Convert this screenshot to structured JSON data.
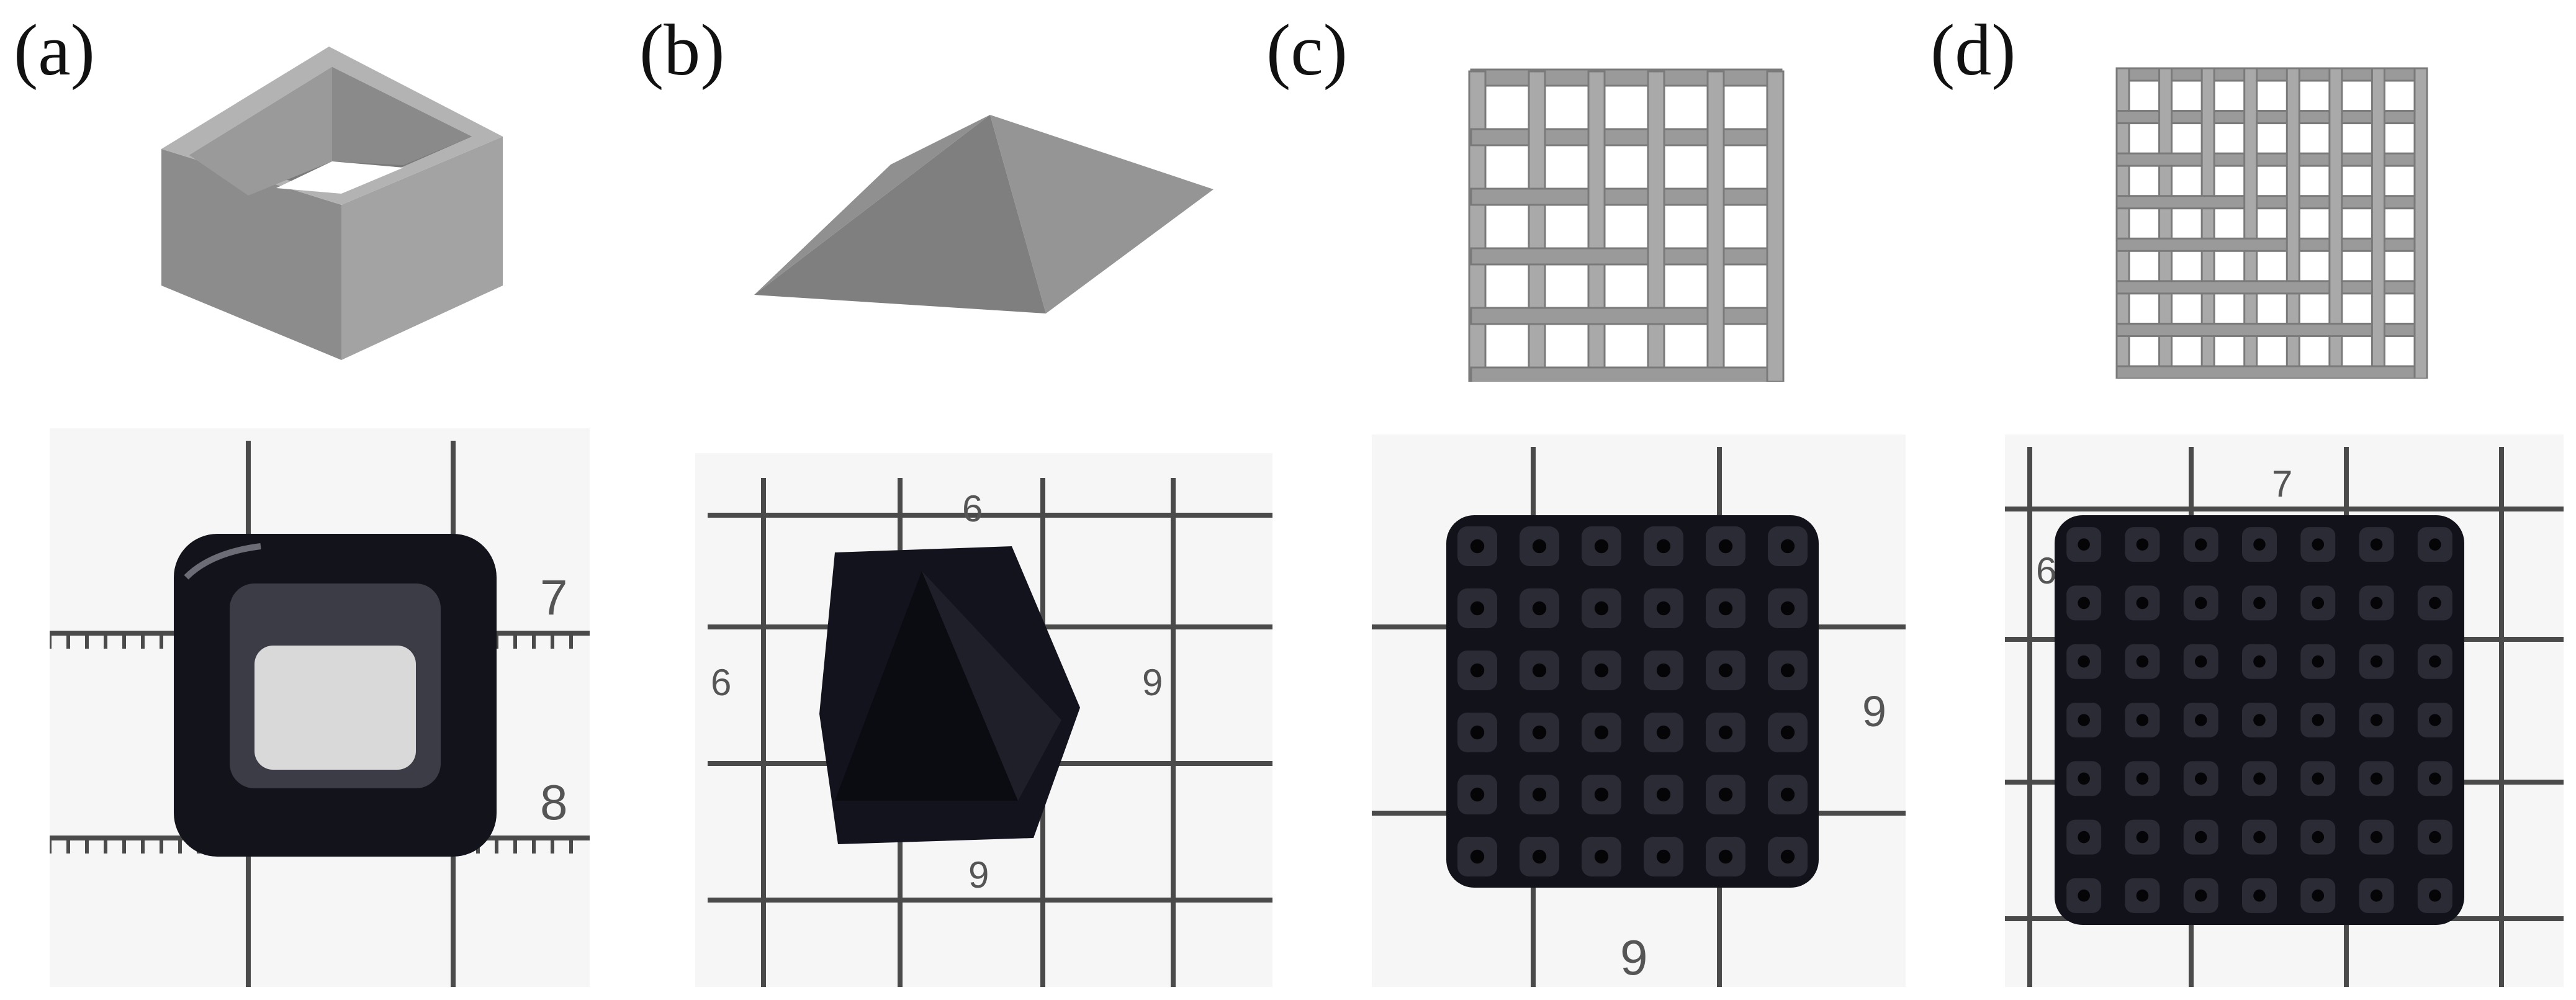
{
  "figure": {
    "panels": [
      {
        "id": "a",
        "label": "(a)",
        "model": "hollow-square-box",
        "photo_ruler_numbers": [
          "7",
          "8"
        ]
      },
      {
        "id": "b",
        "label": "(b)",
        "model": "pyramid",
        "photo_ruler_numbers": [
          "6",
          "6",
          "9",
          "9"
        ]
      },
      {
        "id": "c",
        "label": "(c)",
        "model": "grid-lattice",
        "photo_ruler_numbers": [
          "9",
          "9"
        ]
      },
      {
        "id": "d",
        "label": "(d)",
        "model": "fine-grid-lattice",
        "photo_ruler_numbers": [
          "7",
          "6"
        ]
      }
    ]
  },
  "colors": {
    "model_light": "#a9a9a9",
    "model_mid": "#8f8f8f",
    "model_dark": "#6f6f6f",
    "printed_part": "#12121a",
    "ruler_ink": "#4a4a4a",
    "photo_bg": "#f4f4f4"
  }
}
